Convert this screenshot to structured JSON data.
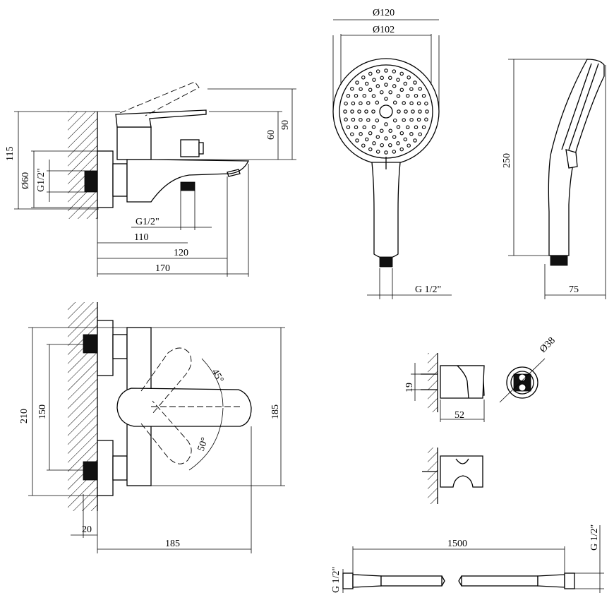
{
  "colors": {
    "line": "#000000",
    "background": "#ffffff"
  },
  "mixer_side": {
    "height_total": "115",
    "diameter_flange": "Ø60",
    "inlet_thread": "G1/2\"",
    "dim_90": "90",
    "dim_60": "60",
    "outlet_thread": "G1/2\"",
    "dim_110": "110",
    "dim_120": "120",
    "dim_170": "170"
  },
  "mixer_front": {
    "dim_210": "210",
    "dim_150": "150",
    "dim_185_height": "185",
    "angle_45": "45°",
    "angle_50": "50°",
    "dim_20": "20",
    "dim_185_width": "185"
  },
  "hand_shower": {
    "diameter_outer": "Ø120",
    "diameter_inner": "Ø102",
    "thread": "G 1/2\"",
    "length": "250",
    "depth": "75"
  },
  "holder": {
    "dim_19": "19",
    "dim_52": "52",
    "diameter_38": "Ø38"
  },
  "hose": {
    "length": "1500",
    "thread_left": "G 1/2\"",
    "thread_right": "G 1/2\""
  }
}
